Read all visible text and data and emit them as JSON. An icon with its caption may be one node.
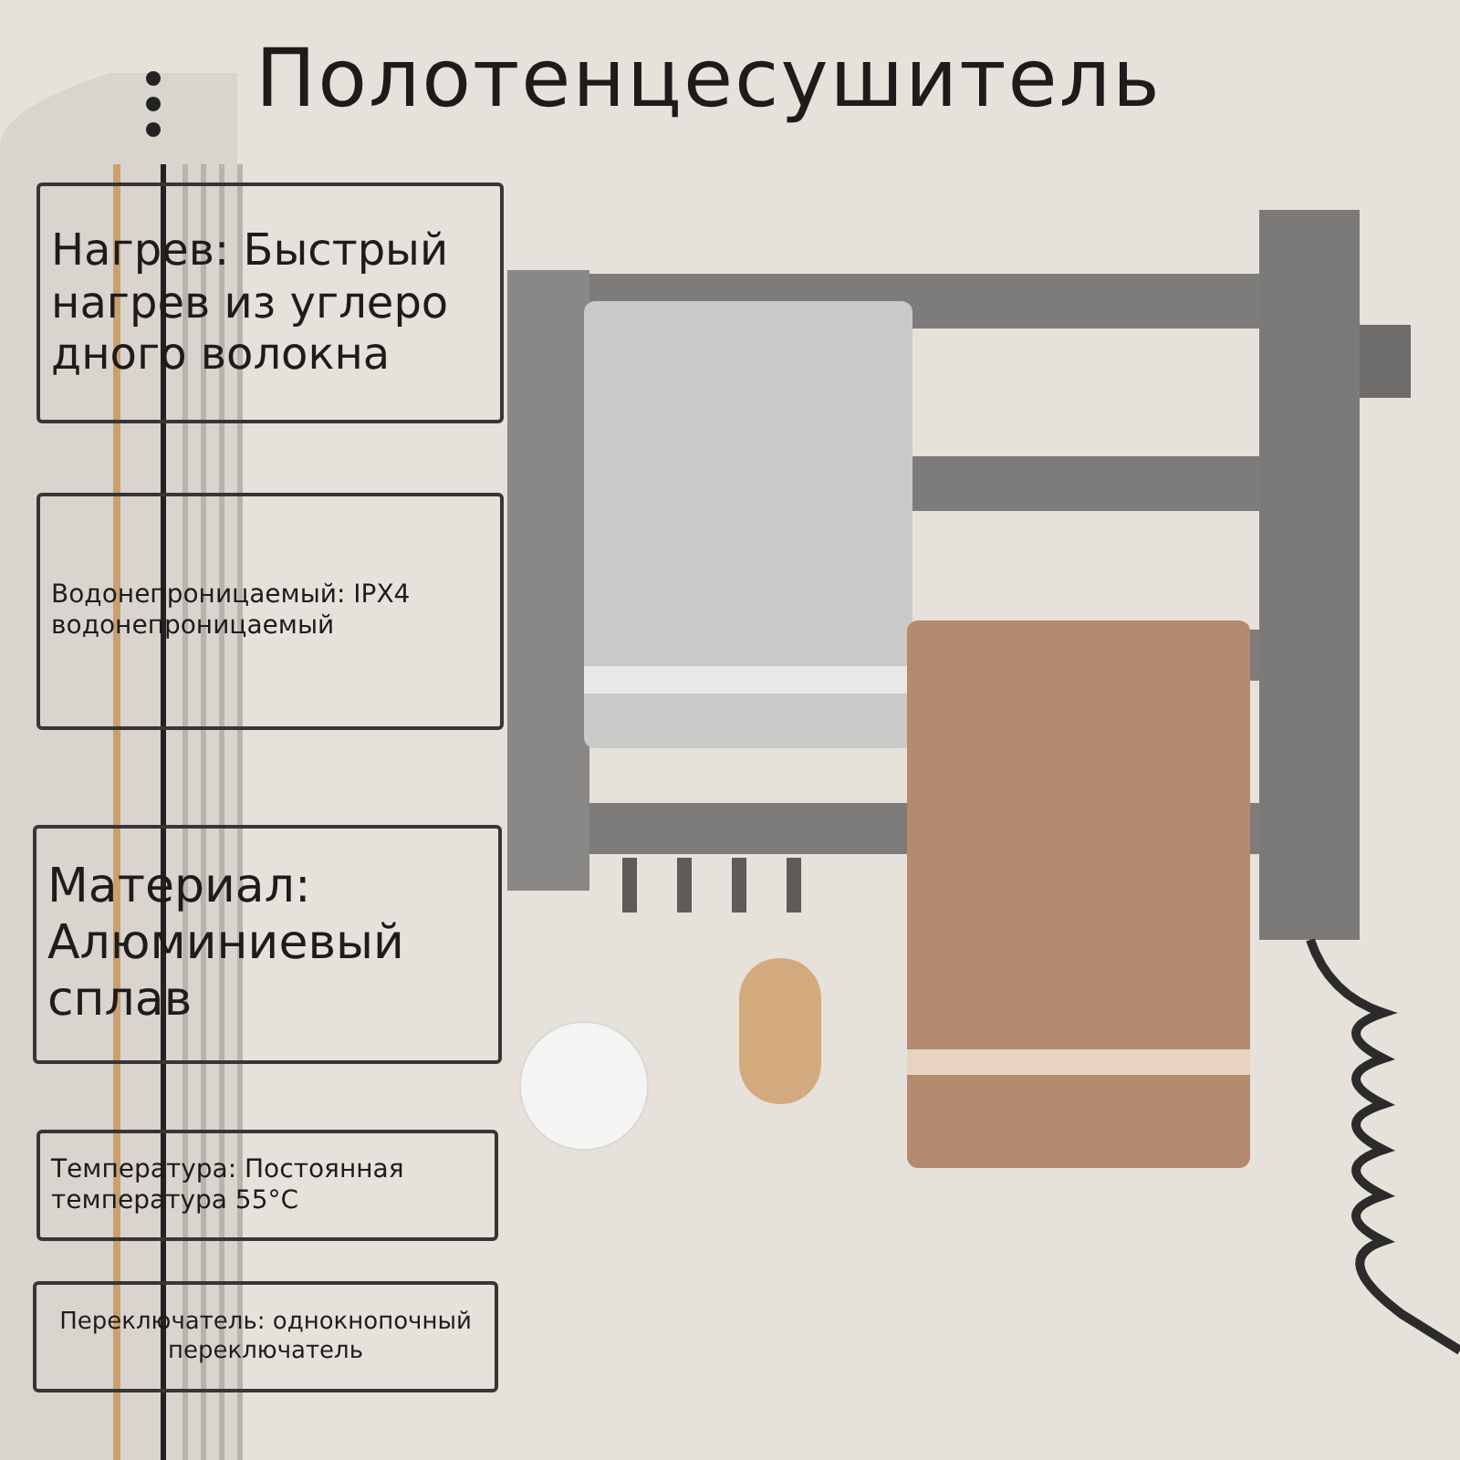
{
  "diagram": {
    "title": "Полотенцесушитель",
    "nodes": [
      {
        "text": [
          "Нагрев: Быстрый нагрев из углеро дного волокна"
        ]
      },
      {
        "text": [
          "Водонепроницаемый: IPX4 водонепроницаемый"
        ]
      },
      {
        "text": [
          "Материал: Алюминиевый сплав"
        ]
      },
      {
        "text": [
          "Температура: Постоянная температура 55°C"
        ]
      },
      {
        "text": [
          "Переключатель: однокнопочный переключатель"
        ]
      }
    ]
  }
}
